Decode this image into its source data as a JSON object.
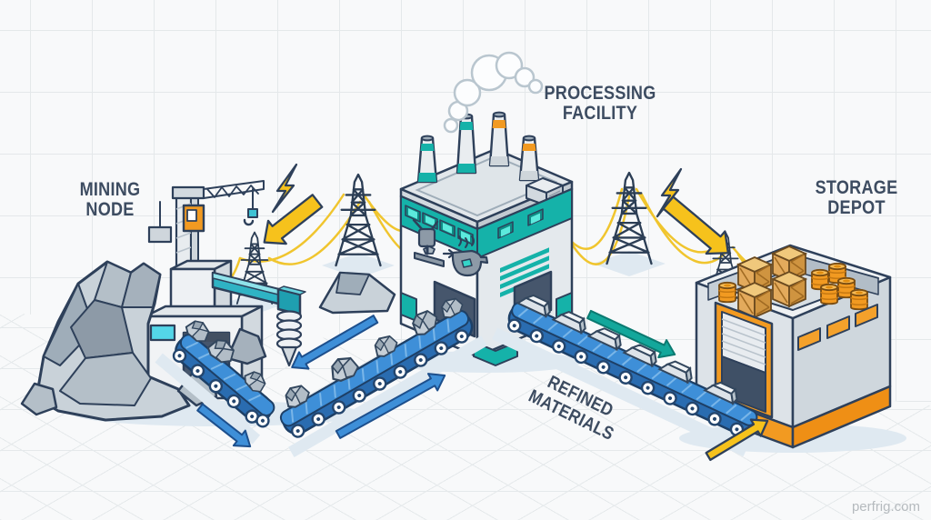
{
  "diagram": {
    "type": "isometric-process-flow",
    "nodes": [
      {
        "id": "mining-node",
        "label_line1": "MINING",
        "label_line2": "NODE"
      },
      {
        "id": "processing-facility",
        "label_line1": "PROCESSING",
        "label_line2": "FACILITY"
      },
      {
        "id": "storage-depot",
        "label_line1": "STORAGE",
        "label_line2": "DEPOT"
      }
    ],
    "flow_label": {
      "line1": "REFINED",
      "line2": "MATERIALS"
    },
    "icons": [
      "power-tower-icon",
      "power-line-icon",
      "lightning-icon",
      "flow-arrow-icon",
      "conveyor-icon",
      "crane-icon",
      "drill-icon",
      "smokestack-icon",
      "smoke-icon",
      "rock-icon",
      "ingot-icon",
      "crate-icon",
      "barrel-icon",
      "garage-door-icon",
      "crusher-icon",
      "crucible-icon"
    ],
    "colors": {
      "background": "#f8f9fa",
      "grid": "#e4e8ea",
      "ink": "#2e405a",
      "teal": "#15b2a9",
      "teal_glow": "#5ceadd",
      "belt_blue": "#3e8fd8",
      "belt_blue_dark": "#2a6cb0",
      "arrow_teal": "#13a79b",
      "yellow": "#f6c21c",
      "orange": "#f29a21",
      "crate_tan": "#e3aa5c",
      "building_light": "#f4f6f8",
      "building_shade": "#e4e9ed",
      "rock_gray": "#c6cfd7",
      "label_text": "#3d4c61",
      "watermark_text": "#b5babe"
    }
  },
  "watermark": "perfrig.com"
}
